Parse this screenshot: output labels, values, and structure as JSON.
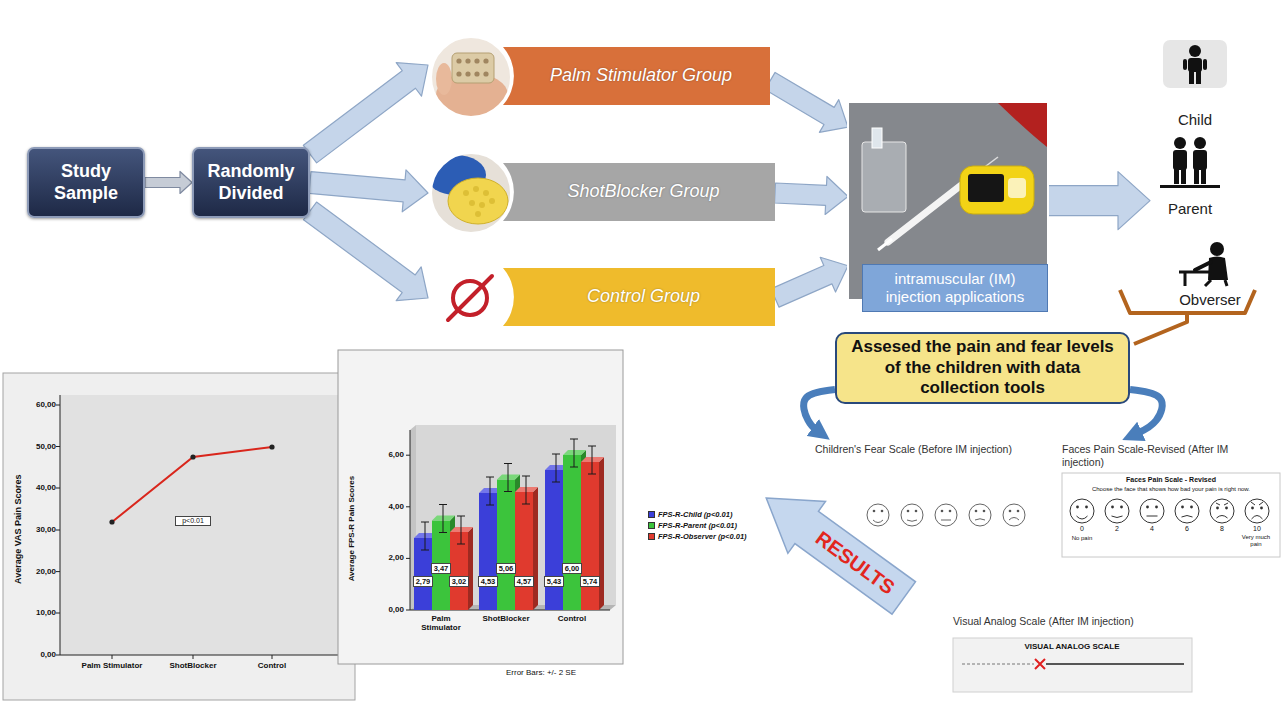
{
  "diagram": {
    "nodes": [
      {
        "text": [
          "Study Sample"
        ]
      },
      {
        "text": [
          "Randomly Divided"
        ]
      },
      {
        "text": [
          "Palm Stimulator Group"
        ]
      },
      {
        "text": [
          "ShotBlocker Group"
        ]
      },
      {
        "text": [
          "Control Group"
        ]
      },
      {
        "text": [
          "intramuscular (IM) injection applications"
        ]
      },
      {
        "text": [
          "Child"
        ]
      },
      {
        "text": [
          "Parent"
        ]
      },
      {
        "text": [
          "Obverser"
        ]
      },
      {
        "text": [
          "Assesed the pain and fear levels of the children with data collection tools"
        ]
      },
      {
        "text": [
          "Children's Fear Scale (Before IM injection)"
        ]
      },
      {
        "text": [
          "Faces Pain Scale-Revised (After IM injection)"
        ]
      },
      {
        "text": [
          "Visual Analog Scale (After IM injection)"
        ]
      },
      {
        "text": [
          "RESULTS"
        ]
      }
    ],
    "edges": [
      {
        "from": 0,
        "to": 1,
        "arrow": "to"
      },
      {
        "from": 1,
        "to": 2,
        "arrow": "to"
      },
      {
        "from": 1,
        "to": 3,
        "arrow": "to"
      },
      {
        "from": 1,
        "to": 4,
        "arrow": "to"
      },
      {
        "from": 2,
        "to": 5,
        "arrow": "to"
      },
      {
        "from": 3,
        "to": 5,
        "arrow": "to"
      },
      {
        "from": 4,
        "to": 5,
        "arrow": "to"
      },
      {
        "from": 5,
        "to": 7,
        "arrow": "to"
      },
      {
        "from": 9,
        "to": 10,
        "arrow": "to"
      },
      {
        "from": 9,
        "to": 11,
        "arrow": "to"
      }
    ],
    "labels": [
      "60,00",
      "50,00",
      "40,00",
      "30,00",
      "20,00",
      "10,00",
      "0,00",
      "Average VAS Pain Scores",
      "Palm Stimulator",
      "ShotBlocker",
      "Control",
      "p<0.01",
      "6,00",
      "4,00",
      "2,00",
      "0,00",
      "Average FPS-R Pain Scores",
      "2,79",
      "3,47",
      "3,02",
      "4,53",
      "5,06",
      "4,57",
      "5,43",
      "6,00",
      "5,74",
      "Palm Stimulator",
      "ShotBlocker",
      "Control",
      "Error Bars: +/- 2 SE",
      "Faces Pain Scale - Revised",
      "Choose the face that shows how bad your pain is right now.",
      "0",
      "2",
      "4",
      "6",
      "8",
      "10",
      "No pain",
      "Very much pain",
      "VISUAL ANALOG SCALE"
    ],
    "legend": [
      {
        "text": "FPS-R-Child (p<0.01)",
        "color": "#3b3fd9"
      },
      {
        "text": "FPS-R-Parent (p<0.01)",
        "color": "#3cc43c"
      },
      {
        "text": "FPS-R-Observer (p<0.01)",
        "color": "#e03a2e"
      }
    ]
  }
}
